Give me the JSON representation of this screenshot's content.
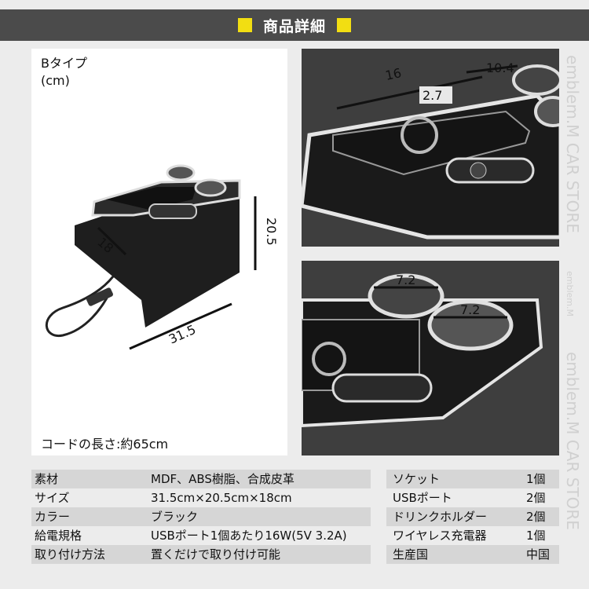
{
  "header": {
    "title": "商品詳細"
  },
  "main_panel": {
    "type_label": "Bタイプ",
    "unit_label": "(cm)",
    "dims": {
      "depth": "18",
      "height": "20.5",
      "width": "31.5"
    },
    "cord_label": "コードの長さ:約65cm"
  },
  "top_right_panel": {
    "dims": {
      "length": "16",
      "width": "10.4",
      "depth": "2.7"
    }
  },
  "bottom_right_panel": {
    "dims": {
      "cup1": "7.2",
      "cup2": "7.2"
    }
  },
  "specs_left": [
    {
      "label": "素材",
      "value": "MDF、ABS樹脂、合成皮革"
    },
    {
      "label": "サイズ",
      "value": "31.5cm×20.5cm×18cm"
    },
    {
      "label": "カラー",
      "value": "ブラック"
    },
    {
      "label": "給電規格",
      "value": "USBポート1個あたり16W(5V 3.2A)"
    },
    {
      "label": "取り付け方法",
      "value": "置くだけで取り付け可能"
    }
  ],
  "specs_right": [
    {
      "label": "ソケット",
      "value": "1個"
    },
    {
      "label": "USBポート",
      "value": "2個"
    },
    {
      "label": "ドリンクホルダー",
      "value": "2個"
    },
    {
      "label": "ワイヤレス充電器",
      "value": "1個"
    },
    {
      "label": "生産国",
      "value": "中国"
    }
  ],
  "watermark": {
    "text": "emblem.M CAR STORE",
    "small_text": "emblem.M"
  }
}
